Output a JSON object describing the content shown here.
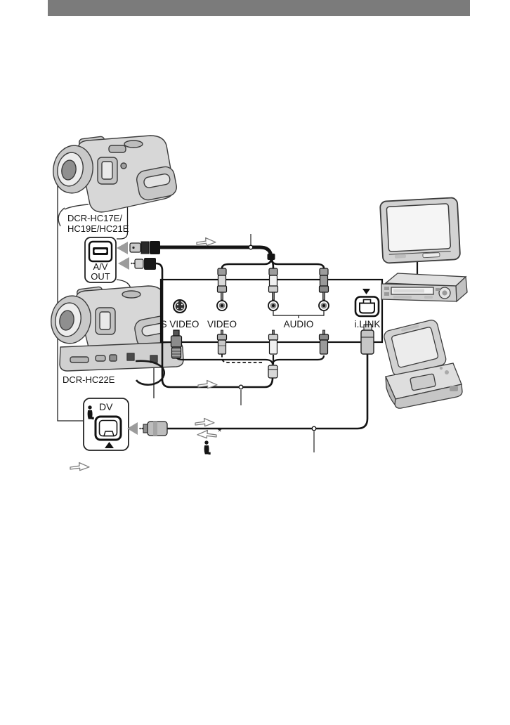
{
  "page": {
    "type": "camcorder manual connection diagram",
    "background": "#ffffff"
  },
  "camcorders": {
    "top": {
      "model_line1": "DCR-HC17E/",
      "model_line2": "HC19E/HC21E"
    },
    "bottom": {
      "model": "DCR-HC22E"
    }
  },
  "jacks": {
    "av_out": {
      "line1": "A/V",
      "line2": "OUT"
    },
    "dv": {
      "label": "DV"
    },
    "panel": {
      "s_video": "S VIDEO",
      "video": "VIDEO",
      "audio": "AUDIO",
      "ilink": "i.LINK"
    }
  },
  "annotations": {
    "footnote_marker": "*"
  },
  "icons": {
    "signal_flow_right_arrow": "⇨",
    "signal_flow_left_arrow": "⇦",
    "ilink_logo": "i",
    "arrow_into_jack": "◀",
    "triangle_up": "▲",
    "triangle_down": "▼"
  },
  "colors": {
    "header_bar": "#7b7b7b",
    "cable": "#141414",
    "line_art_stroke": "#3c3c3c",
    "arrow_gray": "#9c9c9c"
  }
}
